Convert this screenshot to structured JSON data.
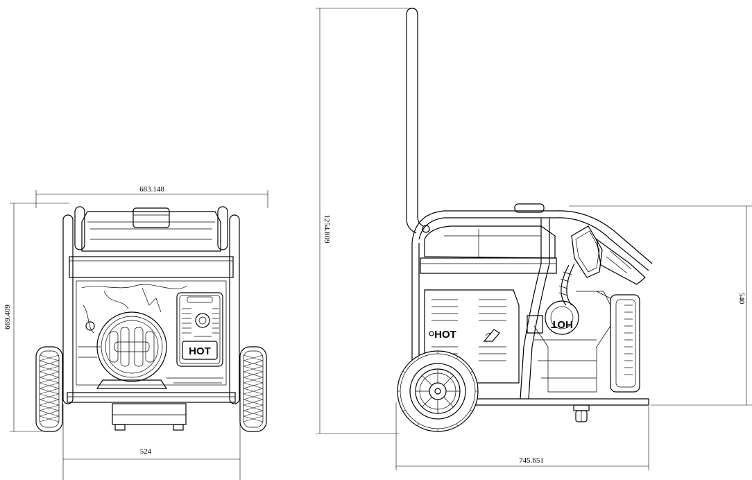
{
  "drawing": {
    "front_view": {
      "overall_width": "683.148",
      "height": "669.409",
      "wheel_track": "524",
      "warning_label": "HOT"
    },
    "side_view": {
      "handle_height": "1254.809",
      "body_height": "540",
      "length": "745.651",
      "warning_label": "HOT",
      "engine_label": "HOT"
    }
  }
}
